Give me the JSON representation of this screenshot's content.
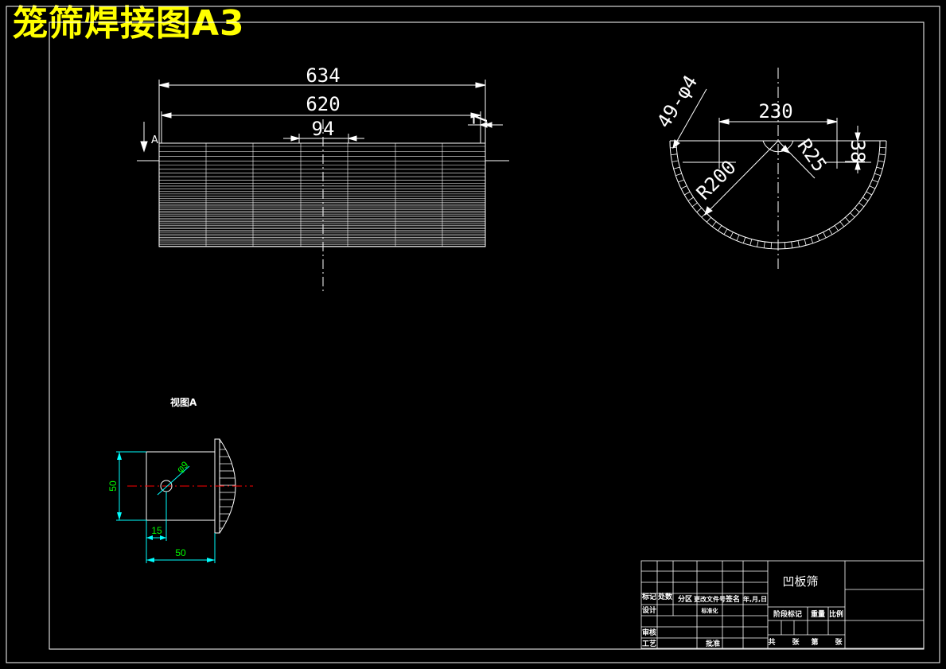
{
  "title": "笼筛焊接图A3",
  "main_view": {
    "dimensions": {
      "overall": "634",
      "inner": "620",
      "pitch": "94",
      "end_gap": "7"
    },
    "section_marker": "A"
  },
  "section_view": {
    "dimensions": {
      "holes": "49-φ4",
      "width": "230",
      "radius_large": "R200",
      "radius_small": "R25",
      "depth": "38"
    }
  },
  "detail_view": {
    "label": "视图A",
    "dimensions": {
      "height": "50",
      "hole": "φ9",
      "offset": "15",
      "width": "50"
    }
  },
  "title_block": {
    "part_name": "凹板筛",
    "cells": {
      "mark": "标记",
      "count": "处数",
      "zone": "分区",
      "doc_no": "更改文件号",
      "signature": "签名",
      "date": "年,月,日",
      "design": "设计",
      "standardize": "标准化",
      "stage_mark": "阶段标记",
      "weight": "重量",
      "scale": "比例",
      "check": "审核",
      "process": "工艺",
      "approve": "批准",
      "total": "共",
      "sheets": "张",
      "page_no": "第",
      "page": "张"
    }
  },
  "colors": {
    "background": "#000000",
    "line": "#ffffff",
    "title": "#ffff00",
    "dimension_detail": "#00ff00",
    "dimension_line": "#00ffff",
    "center_line": "#ff0000"
  }
}
